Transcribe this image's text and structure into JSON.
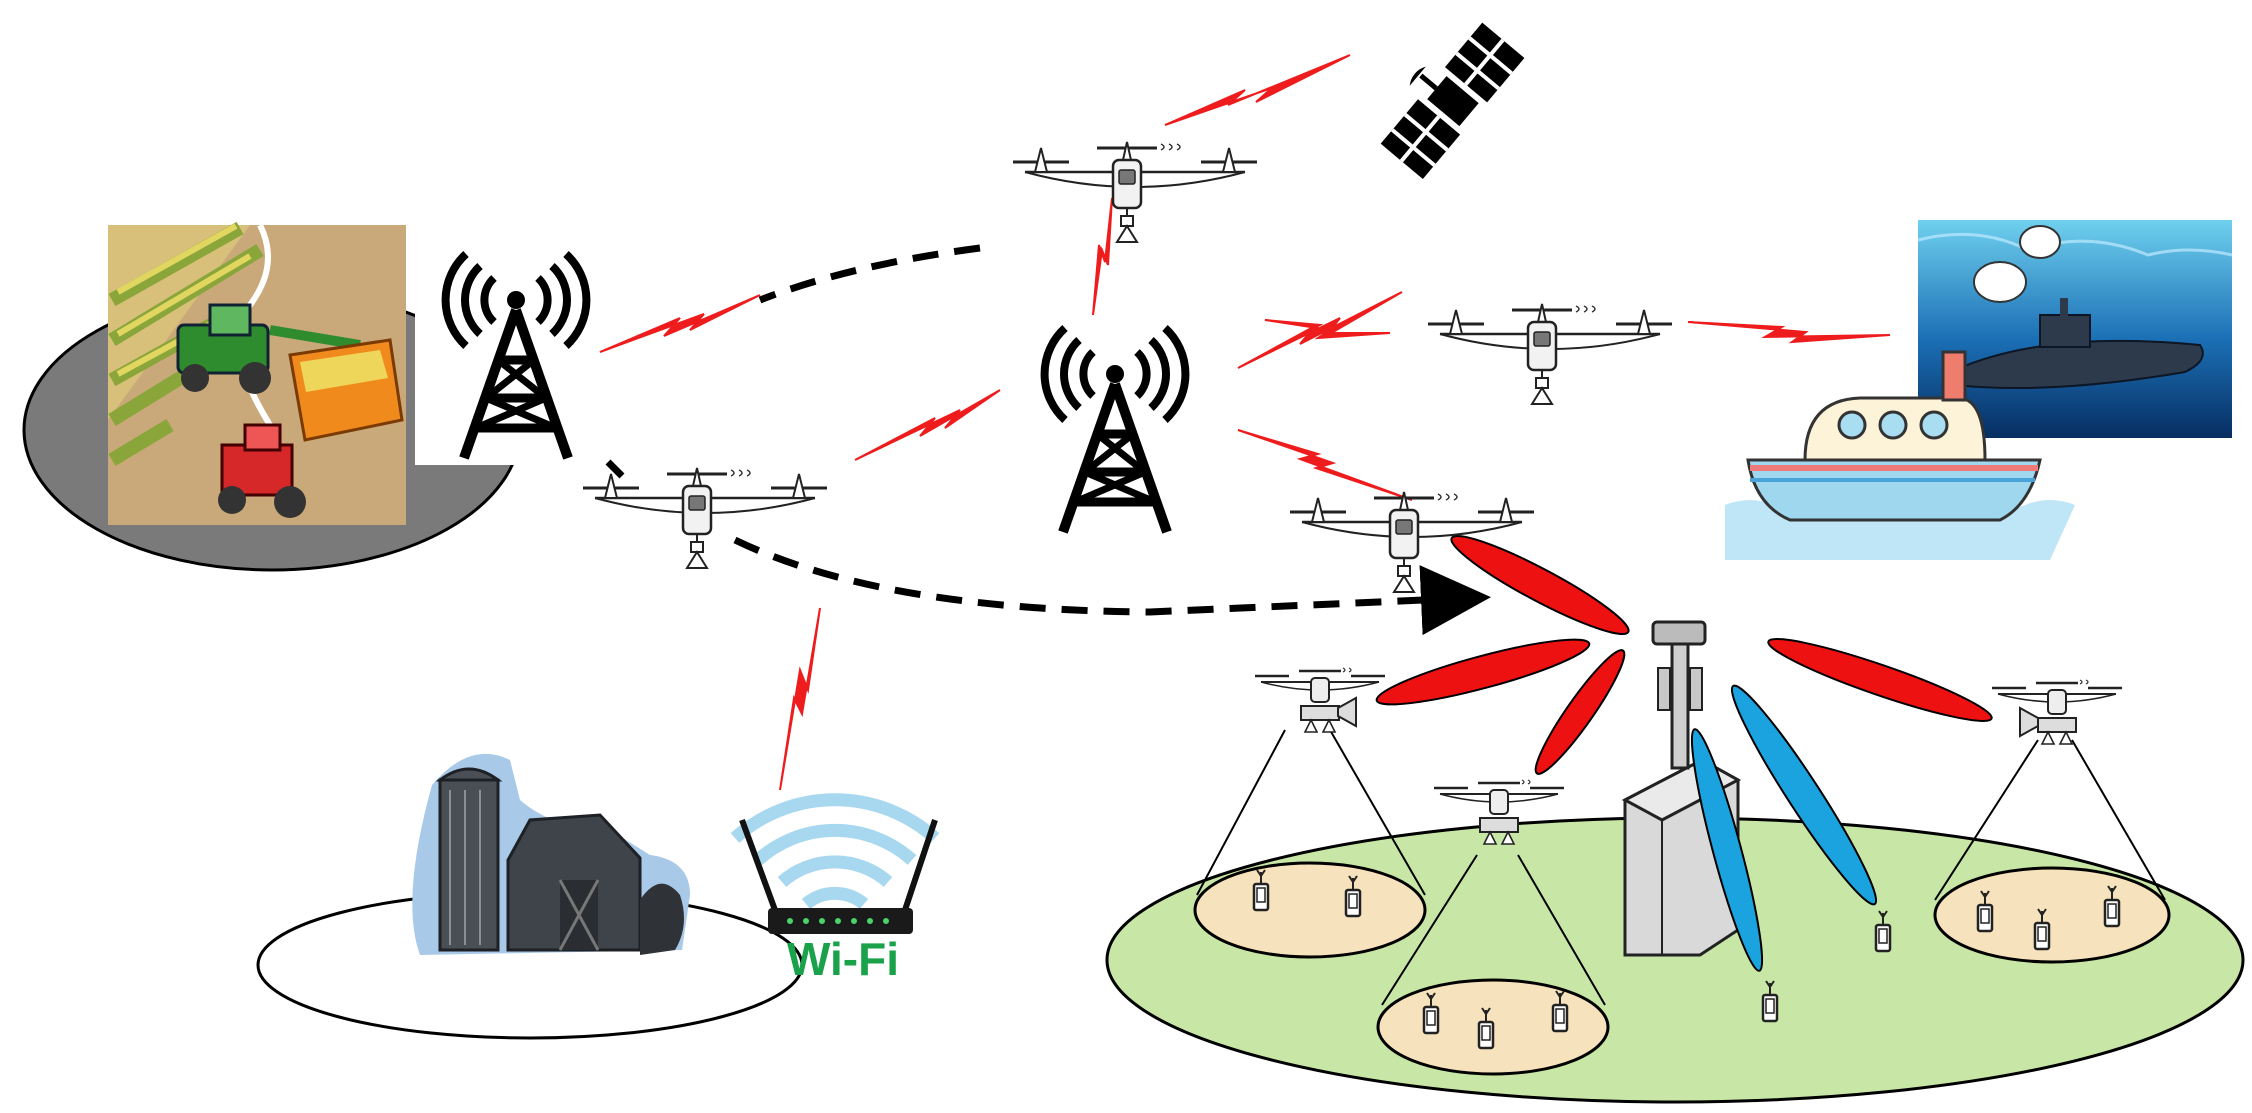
{
  "diagram": {
    "wifi_label": "Wi-Fi",
    "colors": {
      "link_red": "#ee1c1c",
      "beam_red": "#ee1111",
      "beam_blue": "#1ba3e0",
      "ground_green": "#c8e6a5",
      "cell_tan": "#f6e2bd",
      "ground_gray": "#7a7a7a",
      "arrow_black": "#000000"
    },
    "nodes": [
      {
        "id": "farm-scene",
        "icon": "farm-harvest-icon"
      },
      {
        "id": "cell-tower-left",
        "icon": "radio-tower-icon"
      },
      {
        "id": "cell-tower-center",
        "icon": "radio-tower-icon"
      },
      {
        "id": "satellite",
        "icon": "satellite-icon"
      },
      {
        "id": "submarine",
        "icon": "submarine-icon"
      },
      {
        "id": "ship",
        "icon": "ship-icon"
      },
      {
        "id": "barn-silo",
        "icon": "barn-icon"
      },
      {
        "id": "wifi-router",
        "icon": "wifi-router-icon"
      },
      {
        "id": "base-station",
        "icon": "antenna-base-station-icon"
      },
      {
        "id": "drone-top",
        "icon": "quadcopter-icon"
      },
      {
        "id": "drone-middle",
        "icon": "quadcopter-icon"
      },
      {
        "id": "drone-left",
        "icon": "quadcopter-icon"
      },
      {
        "id": "drone-right",
        "icon": "quadcopter-icon"
      },
      {
        "id": "drone-cell-left",
        "icon": "quadcopter-icon"
      },
      {
        "id": "drone-cell-center",
        "icon": "quadcopter-icon"
      },
      {
        "id": "drone-cell-right",
        "icon": "quadcopter-icon"
      }
    ],
    "links": [
      {
        "from": "drone-top",
        "to": "satellite",
        "style": "wireless"
      },
      {
        "from": "drone-top",
        "to": "cell-tower-center",
        "style": "wireless"
      },
      {
        "from": "drone-top",
        "to": "cell-tower-left",
        "style": "dashed-arrow"
      },
      {
        "from": "drone-left",
        "to": "cell-tower-center",
        "style": "wireless"
      },
      {
        "from": "drone-left",
        "to": "wifi-router",
        "style": "wireless"
      },
      {
        "from": "drone-left",
        "to": "drone-right",
        "style": "dashed-arrow"
      },
      {
        "from": "cell-tower-center",
        "to": "drone-middle",
        "style": "wireless"
      },
      {
        "from": "cell-tower-center",
        "to": "drone-right",
        "style": "wireless"
      },
      {
        "from": "drone-middle",
        "to": "submarine",
        "style": "wireless"
      }
    ]
  }
}
